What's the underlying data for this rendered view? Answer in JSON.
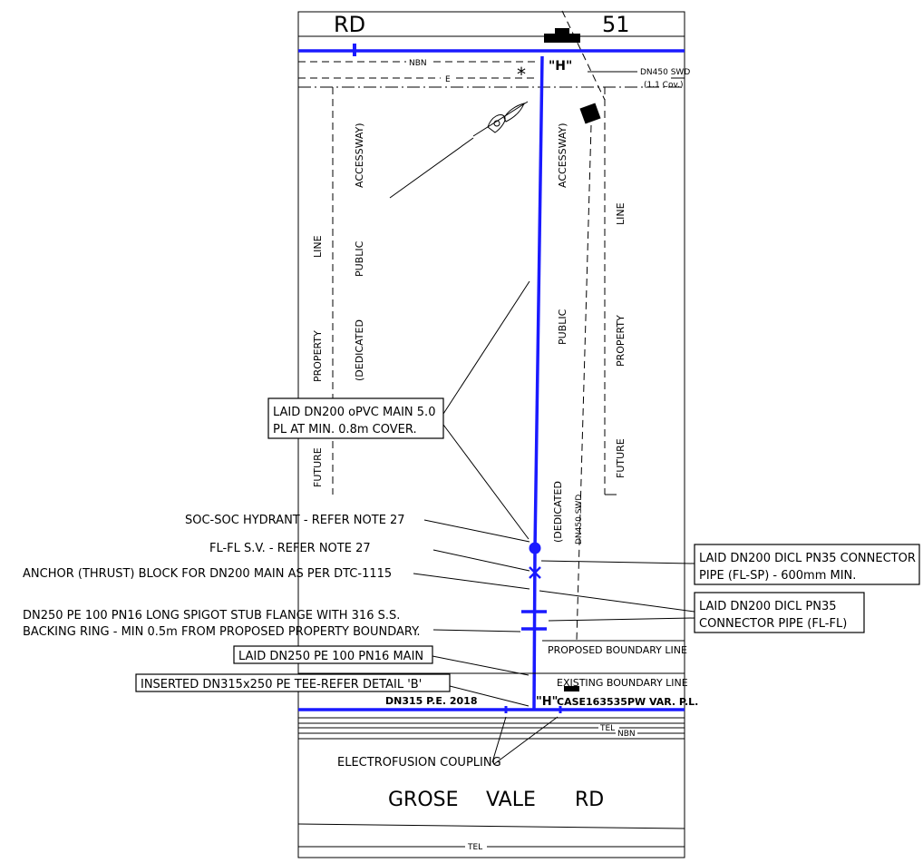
{
  "road_top": {
    "name": "RD",
    "number": "51"
  },
  "services_top": {
    "nbn": "NBN",
    "e": "E",
    "swd": "DN450 SWD",
    "cov": "(1.1 Cov.)"
  },
  "markers": {
    "h_top": "\"H\"",
    "h_bottom": "\"H\"",
    "asterisk": "*"
  },
  "corridor": {
    "left": {
      "line": "LINE",
      "property": "PROPERTY",
      "future": "FUTURE",
      "accessway": "ACCESSWAY)",
      "public": "PUBLIC",
      "dedicated": "(DEDICATED"
    },
    "right": {
      "accessway": "ACCESSWAY)",
      "public": "PUBLIC",
      "dedicated": "(DEDICATED",
      "line": "LINE",
      "property": "PROPERTY",
      "future": "FUTURE",
      "swd": "DN450 SWD"
    }
  },
  "labels": {
    "main_line1": "LAID DN200 oPVC MAIN 5.0",
    "main_line2": "PL AT MIN. 0.8m COVER.",
    "hydrant": "SOC-SOC HYDRANT - REFER NOTE 27",
    "sv": "FL-FL S.V. - REFER NOTE 27",
    "anchor": "ANCHOR (THRUST) BLOCK FOR DN200 MAIN AS PER DTC-1115",
    "stub1": "DN250 PE 100 PN16 LONG SPIGOT STUB FLANGE WITH 316 S.S.",
    "stub2": "BACKING RING - MIN 0.5m FROM PROPOSED PROPERTY BOUNDARY.",
    "pe_main": "LAID DN250 PE 100 PN16 MAIN",
    "tee": "INSERTED DN315x250 PE TEE-REFER DETAIL 'B'",
    "dn315": "DN315  P.E.  2018",
    "case": "CASE163535PW VAR. P.L.",
    "connector1_line1": "LAID DN200 DICL PN35 CONNECTOR",
    "connector1_line2": "PIPE (FL-SP) - 600mm MIN.",
    "connector2_line1": "LAID DN200 DICL PN35",
    "connector2_line2": "CONNECTOR PIPE (FL-FL)",
    "proposed_boundary": "PROPOSED BOUNDARY LINE",
    "existing_boundary": "EXISTING BOUNDARY LINE",
    "tel": "TEL",
    "nbn": "NBN",
    "electrofusion": "ELECTROFUSION COUPLING",
    "tel_bottom": "TEL"
  },
  "road_bottom": {
    "w1": "GROSE",
    "w2": "VALE",
    "w3": "RD"
  },
  "colors": {
    "water_main": "#1a1aff",
    "linework": "#000000"
  }
}
